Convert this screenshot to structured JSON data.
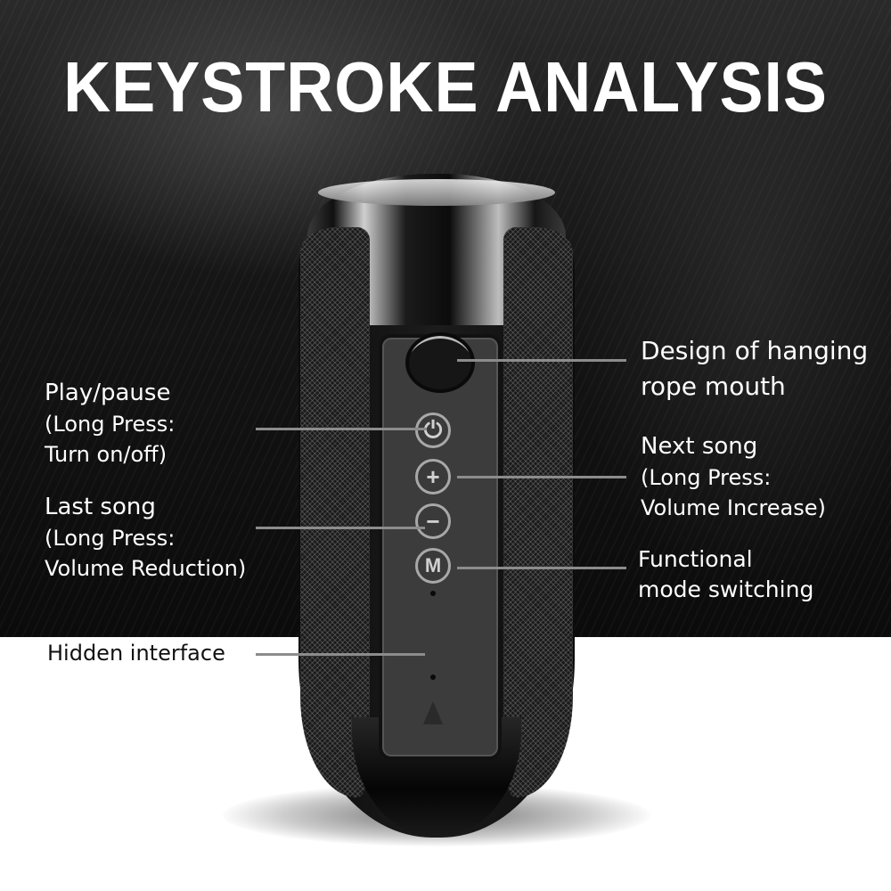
{
  "title": "KEYSTROKE ANALYSIS",
  "colors": {
    "background_dark": "#111111",
    "background_light": "#ffffff",
    "text_light": "#ffffff",
    "text_dark": "#111111",
    "leader_line": "#8c8c8c"
  },
  "callouts": {
    "play_pause": {
      "main": "Play/pause",
      "sub1": "(Long Press:",
      "sub2": "Turn on/off)"
    },
    "last_song": {
      "main": "Last song",
      "sub1": "(Long Press:",
      "sub2": "Volume Reduction)"
    },
    "hidden_interface": {
      "main": "Hidden interface"
    },
    "hanging_rope": {
      "main": "Design of hanging",
      "sub1": "rope mouth"
    },
    "next_song": {
      "main": "Next song",
      "sub1": "(Long Press:",
      "sub2": "Volume Increase)"
    },
    "mode": {
      "main": "Functional",
      "sub1": "mode switching"
    }
  },
  "buttons": {
    "power": {
      "icon": "power-icon",
      "glyph": "⏻"
    },
    "plus": {
      "icon": "plus-icon",
      "glyph": "+"
    },
    "minus": {
      "icon": "minus-icon",
      "glyph": "−"
    },
    "mode": {
      "icon": "mode-icon",
      "glyph": "M"
    }
  }
}
